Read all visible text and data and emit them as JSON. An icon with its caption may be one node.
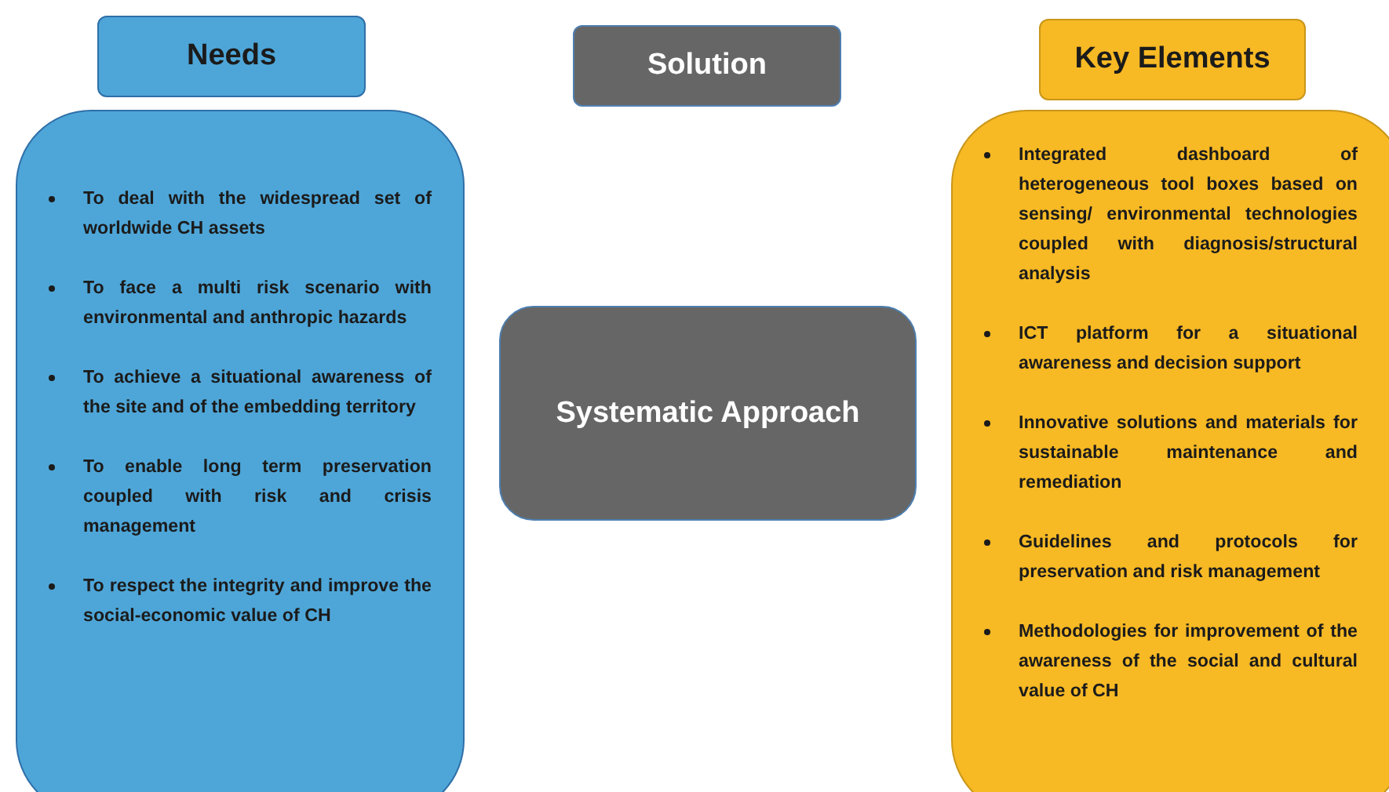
{
  "diagram": {
    "nodes": [
      {
        "text": [
          "Needs"
        ]
      },
      {
        "text": [
          "To deal with the widespread set of worldwide CH assets",
          "To face a multi risk scenario with environmental and anthropic hazards",
          "To achieve a situational awareness of the site and of the embedding territory",
          "To enable long term preservation coupled with risk and crisis management",
          "To respect the integrity and improve the social-economic value of CH"
        ]
      },
      {
        "text": [
          "Solution"
        ]
      },
      {
        "text": [
          "Systematic Approach"
        ]
      },
      {
        "text": [
          "Key Elements"
        ]
      },
      {
        "text": [
          "Integrated dashboard of heterogeneous tool boxes based on sensing/ environmental technologies coupled with diagnosis/structural analysis",
          "ICT platform for a situational awareness and decision support",
          "Innovative solutions and materials for sustainable maintenance and remediation",
          "Guidelines and protocols for preservation and risk management",
          "Methodologies for improvement of the awareness of the social and cultural value of CH"
        ]
      }
    ]
  }
}
